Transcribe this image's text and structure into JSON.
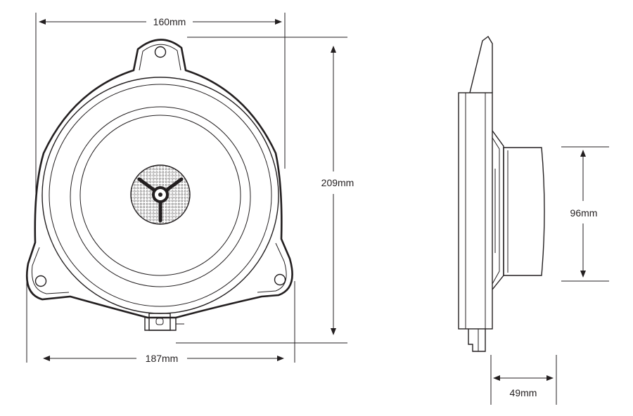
{
  "dimensions": {
    "top_width": "160mm",
    "overall_width": "187mm",
    "height": "209mm",
    "magnet_diameter": "96mm",
    "depth": "49mm"
  },
  "colors": {
    "line": "#231f20",
    "background": "#ffffff"
  }
}
